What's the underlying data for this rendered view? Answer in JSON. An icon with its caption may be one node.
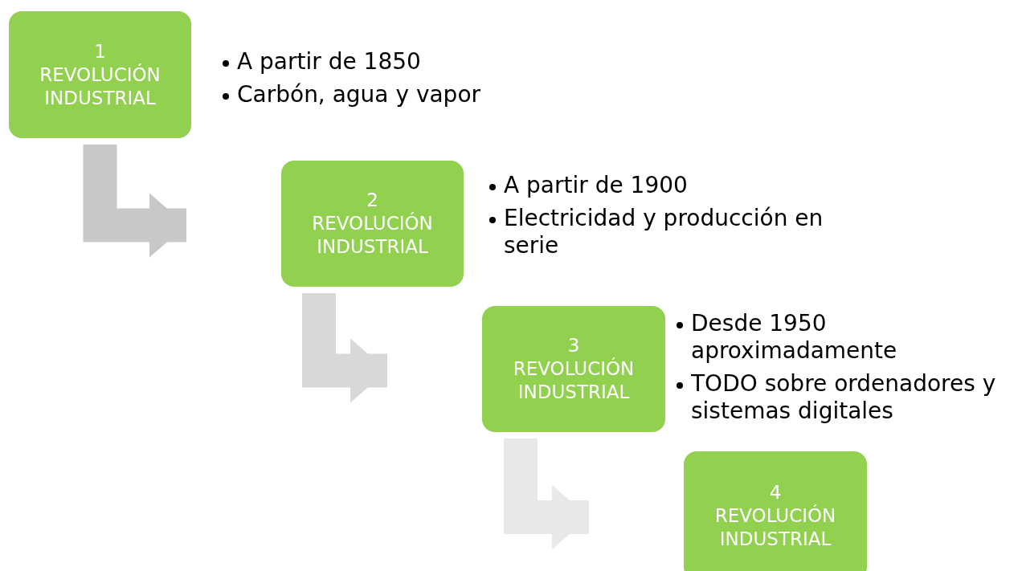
{
  "diagram": {
    "nodes": [
      {
        "text": [
          "1 REVOLUCIÓN INDUSTRIAL"
        ],
        "beside": [
          "A partir de 1850",
          "Carbón, agua y vapor"
        ]
      },
      {
        "text": [
          "2 REVOLUCIÓN INDUSTRIAL"
        ],
        "beside": [
          "A partir de 1900",
          "Electricidad y producción en serie"
        ]
      },
      {
        "text": [
          "3 REVOLUCIÓN INDUSTRIAL"
        ],
        "beside": [
          "Desde 1950 aproximadamente",
          "TODO sobre ordenadores y sistemas digitales"
        ]
      },
      {
        "text": [
          "4 REVOLUCIÓN INDUSTRIAL"
        ]
      }
    ],
    "edges": [
      {
        "from": 0,
        "to": 1,
        "arrow": "to",
        "color": "#c8c8c8"
      },
      {
        "from": 1,
        "to": 2,
        "arrow": "to",
        "color": "#d8d8d8"
      },
      {
        "from": 2,
        "to": 3,
        "arrow": "to",
        "color": "#e8e8e8"
      }
    ]
  }
}
